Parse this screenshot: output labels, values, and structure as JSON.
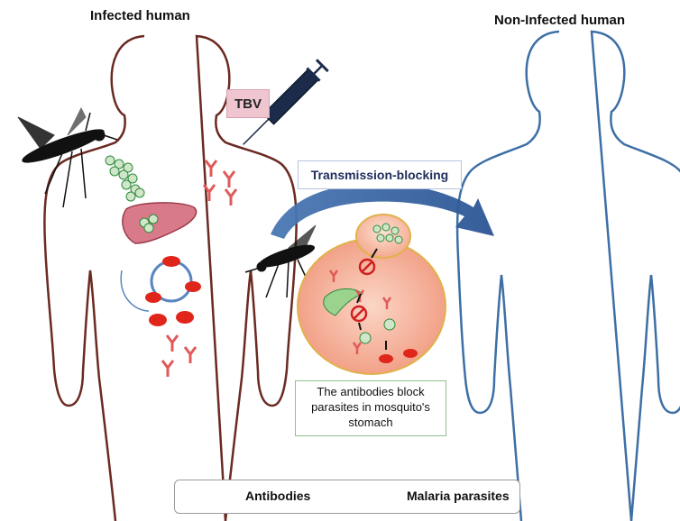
{
  "labels": {
    "infected": "Infected human",
    "non_infected": "Non-Infected human",
    "tbv": "TBV",
    "transmission_blocking": "Transmission-blocking",
    "note": "The antibodies block parasites in  mosquito's stomach"
  },
  "legend": {
    "antibodies": "Antibodies",
    "malaria_parasites": "Malaria parasites"
  },
  "colors": {
    "infected_outline": "#6b2a22",
    "non_infected_outline": "#3d6fa5",
    "arrow": "#3e6aa6",
    "antibody": "#e05a5a",
    "red_cell": "#e0251b",
    "parasite": "#2e8a3c"
  }
}
